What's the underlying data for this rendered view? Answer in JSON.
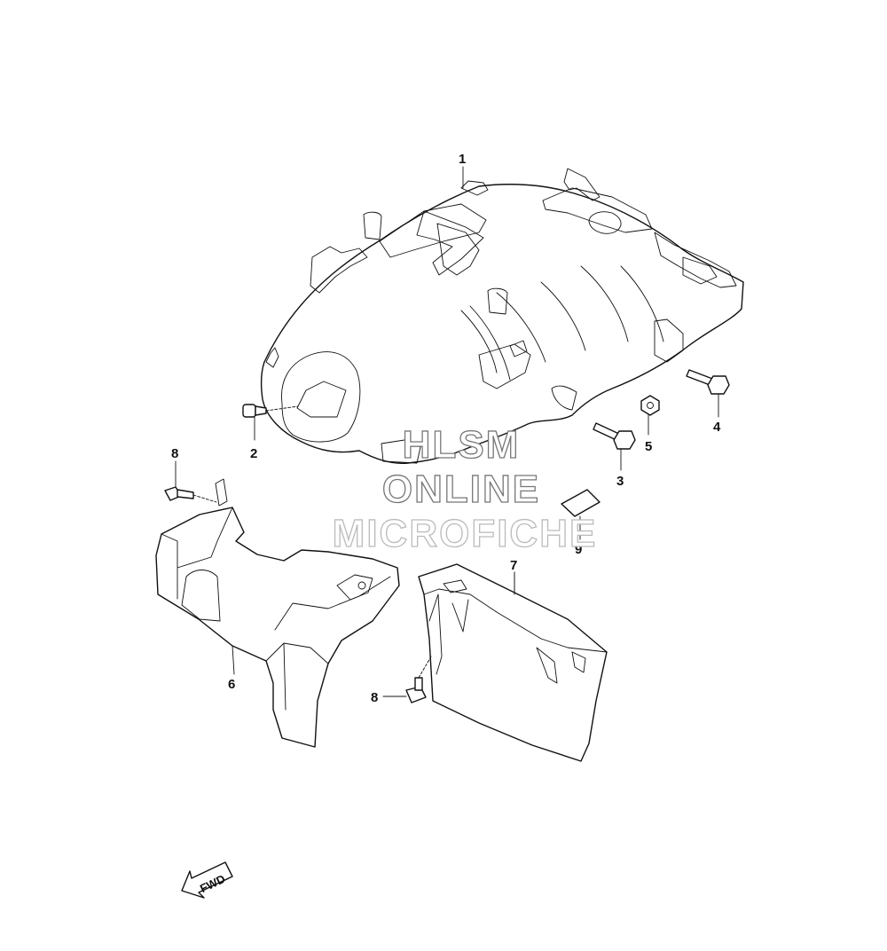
{
  "callouts": {
    "c1": "1",
    "c2": "2",
    "c3": "3",
    "c4": "4",
    "c5": "5",
    "c6": "6",
    "c7": "7",
    "c8a": "8",
    "c8b": "8",
    "c9": "9"
  },
  "watermark": {
    "line1": "HLSM",
    "line2": "ONLINE",
    "line3": "MICROFICHE"
  },
  "direction_arrow": {
    "label": "FWD",
    "icon": "fwd-arrow-icon"
  },
  "colors": {
    "line": "#111111",
    "background": "#ffffff"
  }
}
